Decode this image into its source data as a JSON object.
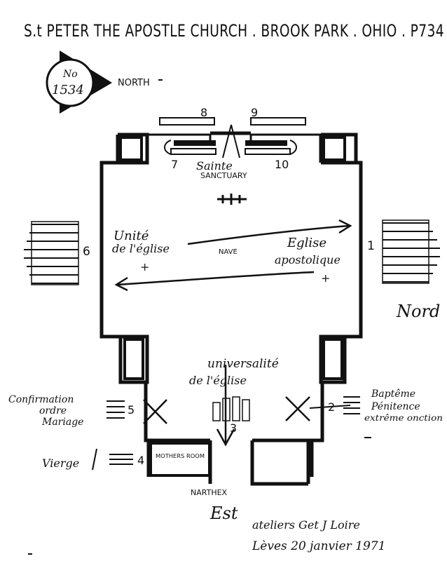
{
  "title": "S.t PETER THE APOSTLE CHURCH . BROOK PARK . OHIO . P734",
  "badge": {
    "no_label": "No",
    "number": "1534",
    "north": "NORTH"
  },
  "labels": {
    "sanctuary": "SANCTUARY",
    "nave": "NAVE",
    "mothers_room": "MOTHERS ROOM",
    "narthex": "NARTHEX",
    "nord": "Nord",
    "est": "Est",
    "sainte": "Sainte",
    "unite": "Unité",
    "de_leglise_1": "de l'église",
    "eglise": "Eglise",
    "apostolique": "apostolique",
    "universalite": "universalité",
    "de_leglise_2": "de l'église",
    "confirmation": "Confirmation",
    "ordre": "ordre",
    "mariage": "Mariage",
    "vierge": "Vierge",
    "bapteme": "Baptême",
    "penitence": "Pénitence",
    "extreme_onction": "extrême onction",
    "atelier": "ateliers Get J Loire",
    "date": "Lèves 20 janvier 1971"
  },
  "numbers": [
    "1",
    "2",
    "3",
    "4",
    "5",
    "6",
    "7",
    "8",
    "9",
    "10"
  ]
}
